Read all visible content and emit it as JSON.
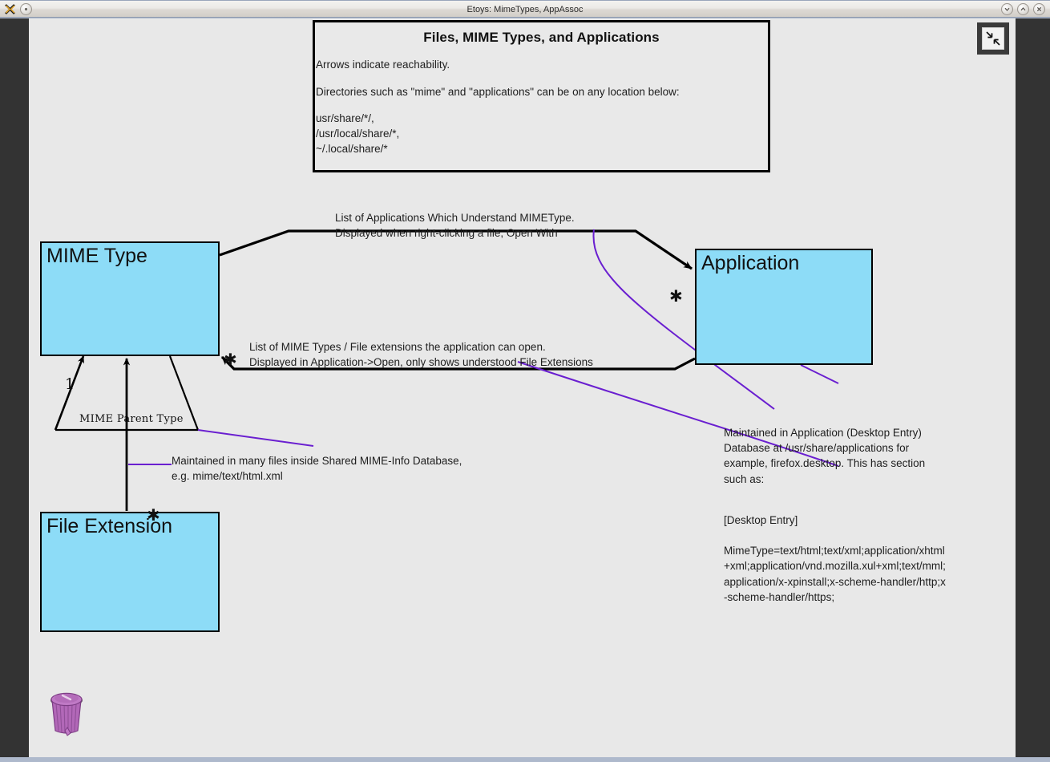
{
  "window": {
    "title": "Etoys: MimeTypes, AppAssoc",
    "logo_icon": "etoys-logo-icon",
    "menu_icon": "window-menu-icon",
    "minimize_icon": "minimize-icon",
    "maximize_icon": "maximize-icon",
    "close_icon": "close-icon",
    "minimize_glyph": "⌄",
    "maximize_glyph": "⌃",
    "close_glyph": "✕",
    "menu_glyph": "●"
  },
  "canvas": {
    "background_color": "#e8e8e8",
    "desktop_color": "#333333",
    "collapse_button": {
      "name": "collapse-world-button",
      "icon": "collapse-arrows-icon"
    },
    "trash": {
      "name": "trash-can-icon",
      "color": "#b05cb0"
    }
  },
  "header_note": {
    "title": "Files, MIME Types, and Applications",
    "line1": "Arrows indicate reachability.",
    "line2": "Directories such as \"mime\" and \"applications\" can be on any location below:",
    "paths": "usr/share/*/,\n/usr/local/share/*,\n~/.local/share/*"
  },
  "nodes": {
    "mime_type": "MIME Type",
    "application": "Application",
    "file_extension": "File Extension",
    "mime_parent_type": "MIME Parent Type"
  },
  "multiplicities": {
    "application_star": "✱",
    "mime_star": "✱",
    "file_extension_star": "✱",
    "parent_one": "1"
  },
  "annotations": {
    "apps_understand": "List of Applications Which Understand MIMEType.\nDisplayed when right-clicking a file, Open With",
    "mime_list": "List of MIME Types / File extensions the application can open.\nDisplayed in Application->Open, only shows understood File Extensions",
    "shared_mime_db": "Maintained in many files inside Shared MIME-Info Database,\ne.g. mime/text/html.xml",
    "desktop_entry_intro": "Maintained in Application (Desktop Entry) Database at /usr/share/applications for example, firefox.desktop. This has section such as:",
    "desktop_entry_header": "[Desktop  Entry]",
    "desktop_entry_mimetype": "MimeType=text/html;text/xml;application/xhtml+xml;application/vnd.mozilla.xul+xml;text/mml;application/x-xpinstall;x-scheme-handler/http;x-scheme-handler/https;"
  },
  "colors": {
    "class_box_fill": "#8ddcf7",
    "class_box_border": "#000000",
    "connector_black": "#000000",
    "connector_purple": "#6a1fd0"
  }
}
